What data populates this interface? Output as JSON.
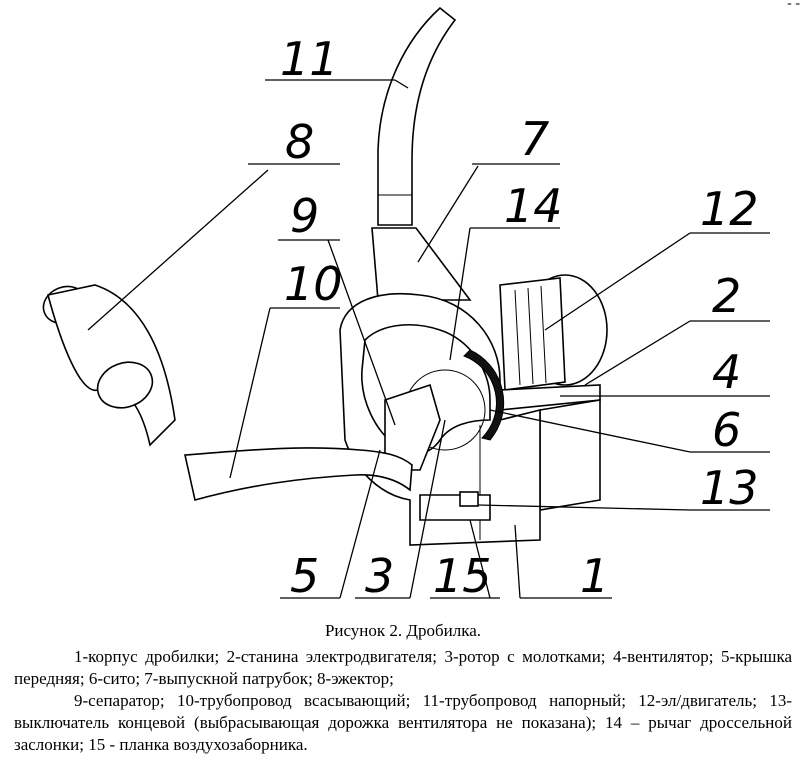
{
  "page_marker": "- -",
  "labels": {
    "n11": "11",
    "n8": "8",
    "n9": "9",
    "n10": "10",
    "n7": "7",
    "n14": "14",
    "n12": "12",
    "n2": "2",
    "n4": "4",
    "n6": "6",
    "n13": "13",
    "n1": "1",
    "n5": "5",
    "n3": "3",
    "n15": "15"
  },
  "caption": {
    "title": "Рисунок 2. Дробилка.",
    "line1": "1-корпус дробилки; 2-станина электродвигателя; 3-ротор с молотками; 4-вентилятор; 5-крышка передняя; 6-сито; 7-выпускной патрубок; 8-эжектор;",
    "line2": "9-сепаратор; 10-трубопровод всасывающий; 11-трубопровод напорный; 12-эл/двигатель; 13-выключатель концевой (выбрасывающая дорожка вентилятора не показана); 14 – рычаг дроссельной заслонки; 15 - планка воздухозаборника."
  }
}
